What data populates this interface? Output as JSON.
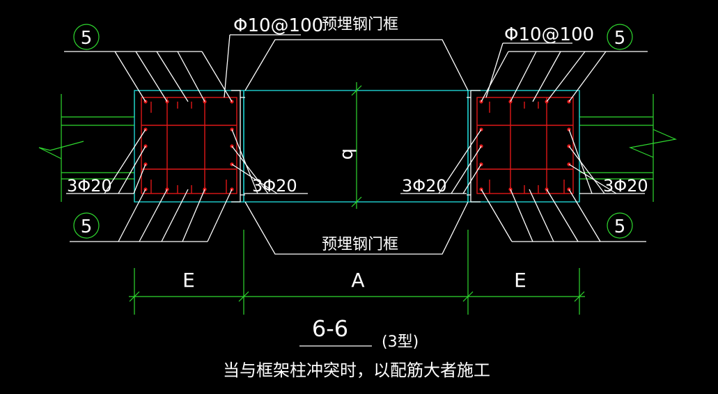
{
  "labels": {
    "stirrup_left": "Φ10@100",
    "stirrup_right": "Φ10@100",
    "embedded_frame_top": "预埋钢门框",
    "embedded_frame_bottom": "预埋钢门框",
    "bar_left_outer": "3Φ20",
    "bar_left_inner": "3Φ20",
    "bar_right_inner": "3Φ20",
    "bar_right_outer": "3Φ20",
    "dim_b": "b",
    "dim_e_left": "E",
    "dim_a": "A",
    "dim_e_right": "E",
    "section_id": "6-6",
    "section_type": "(3型)",
    "note": "当与框架柱冲突时，以配筋大者施工"
  },
  "callouts": {
    "top_left": "5",
    "top_right": "5",
    "bottom_left": "5",
    "bottom_right": "5"
  },
  "colors": {
    "background": "#000000",
    "lines": "#ffffff",
    "concrete_outline": "#1fd3d3",
    "dimensions": "#2fd92f",
    "rebar": "#e01818"
  }
}
